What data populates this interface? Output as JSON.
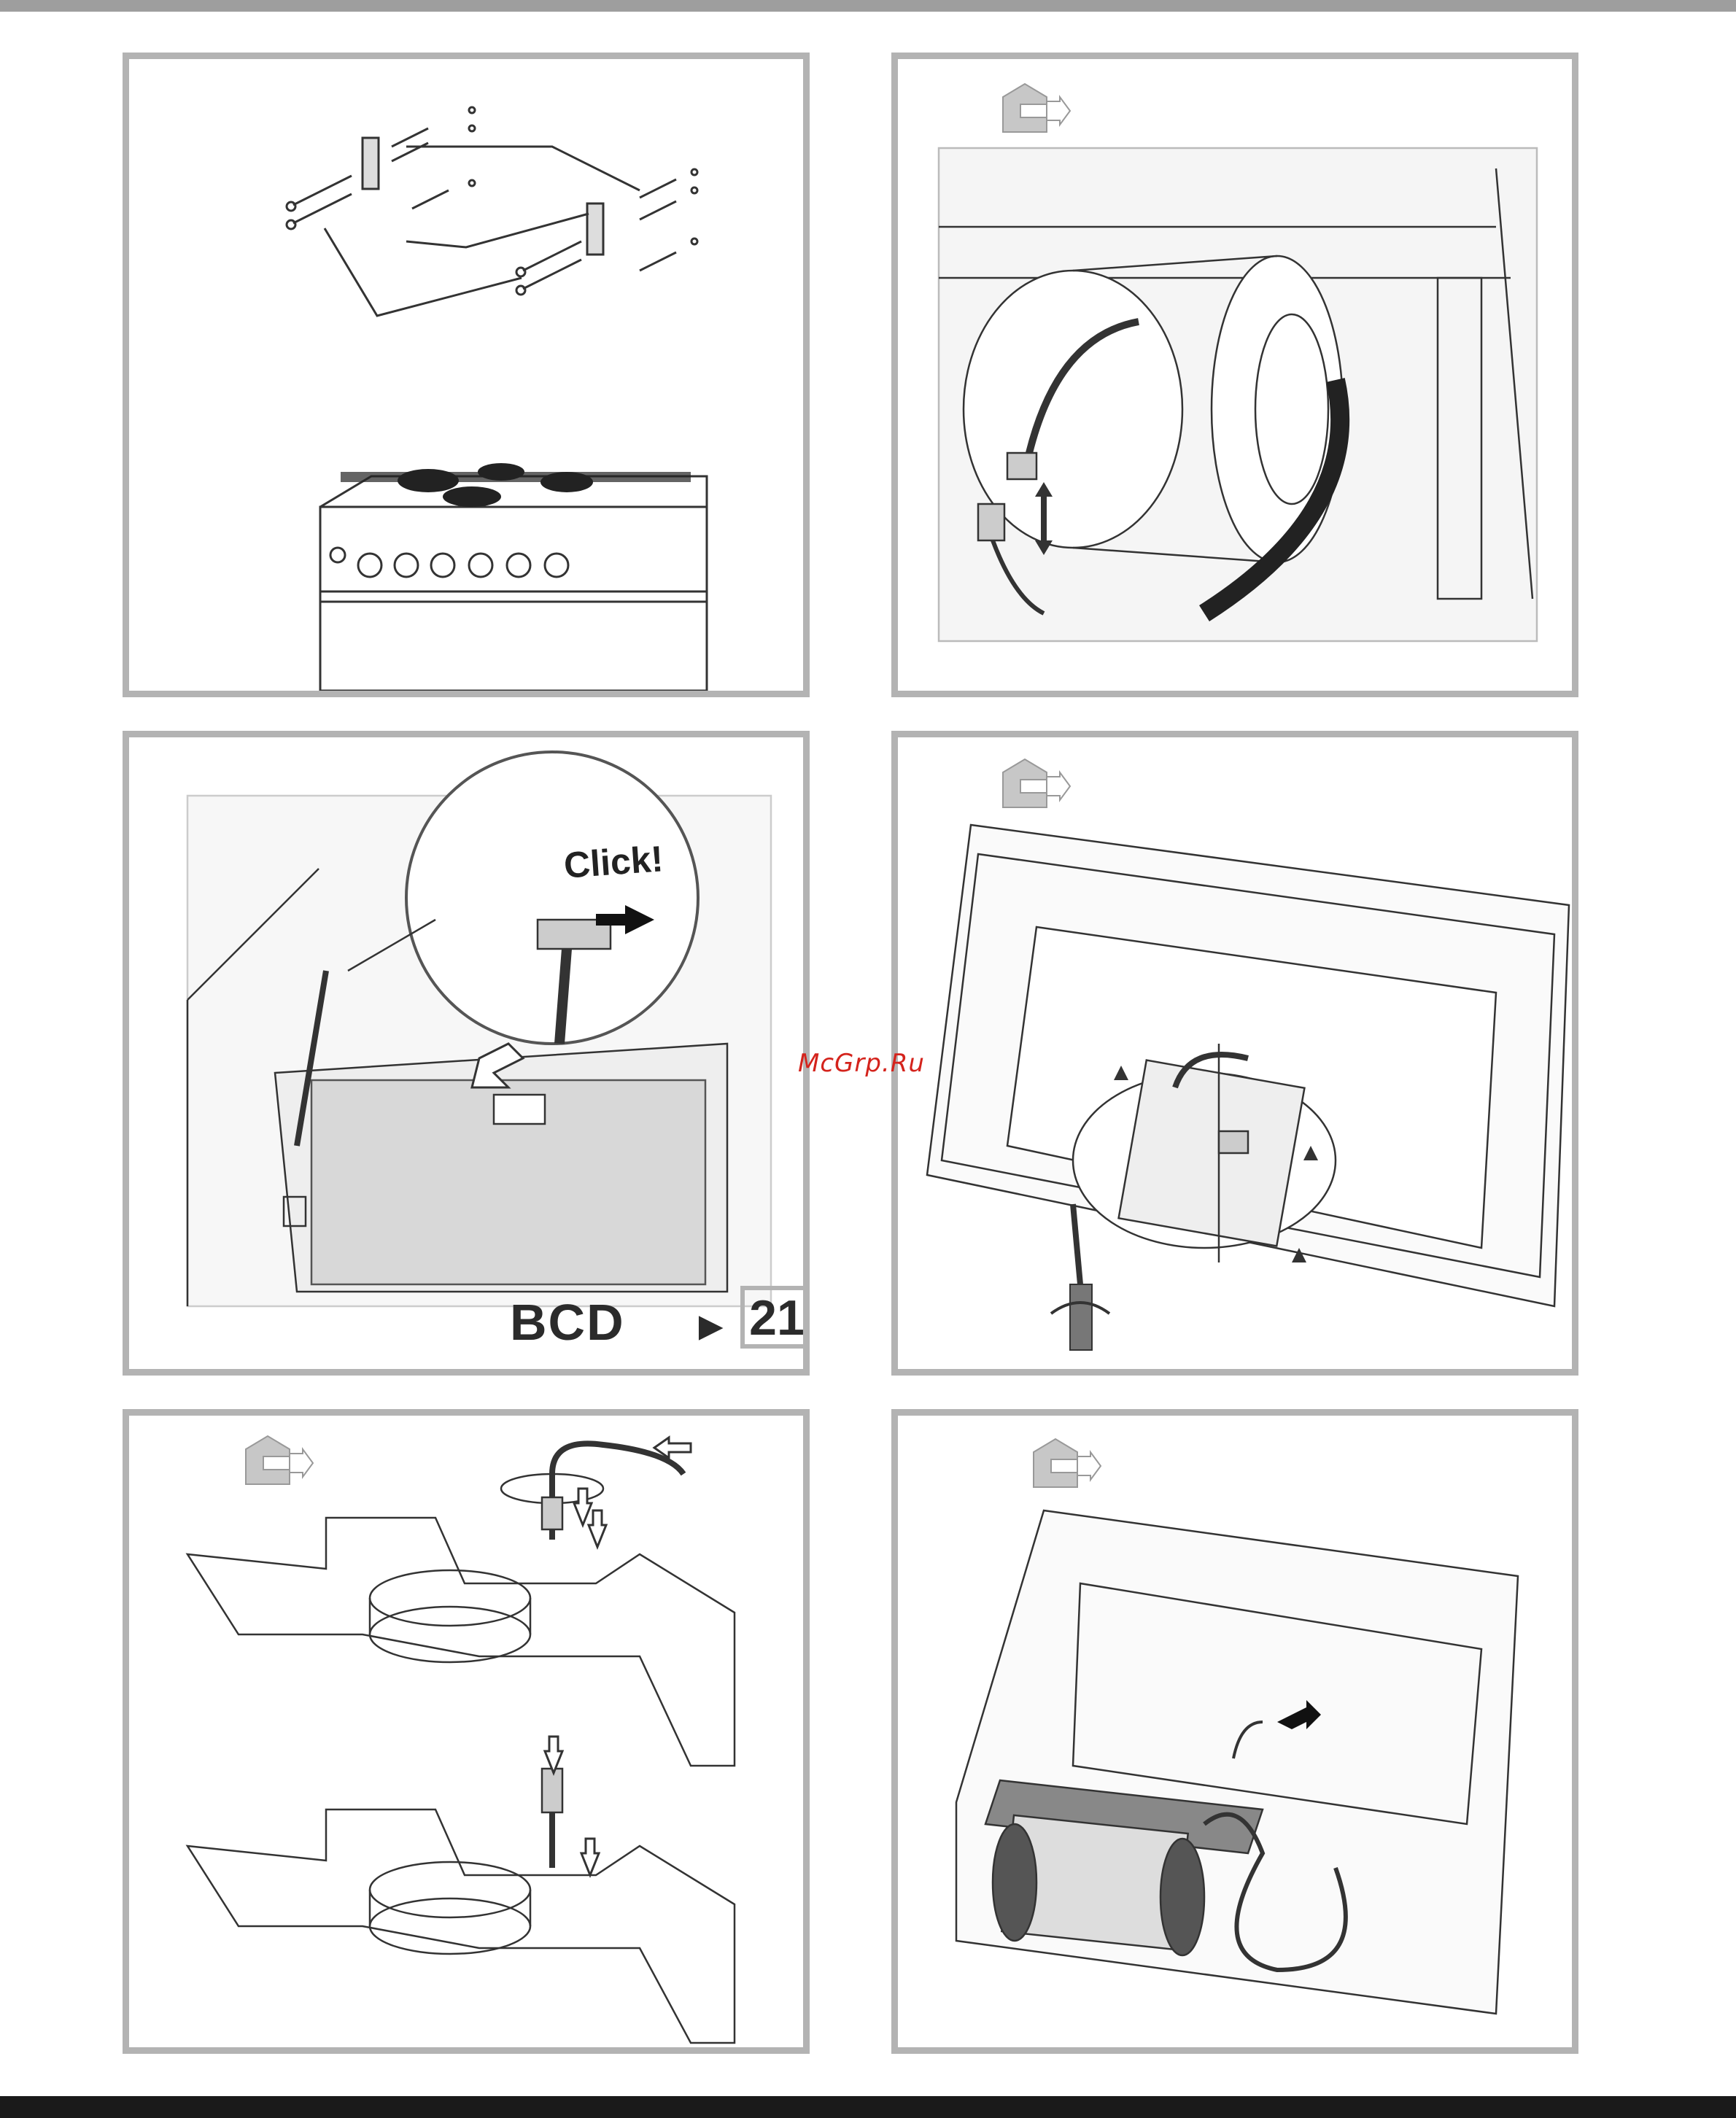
{
  "watermark": "McGrp.Ru",
  "panels": {
    "wall_mounting": {
      "step": "wall-brackets"
    },
    "motor_connector": {
      "step": "disconnect-motor"
    },
    "filter_panel": {
      "click_text": "Click!",
      "reference_code": "BCD",
      "reference_arrow": "►",
      "reference_page": "21"
    },
    "motor_screws": {
      "step": "remove-motor-screws"
    },
    "power_cable": {
      "step": "route-power-cable"
    },
    "motor_removal": {
      "step": "remove-motor-unit"
    }
  },
  "icons": {
    "indoor_outdoor": "house-arrow-icon",
    "direction": "arrow-icon",
    "screwdriver": "screwdriver-icon"
  },
  "colors": {
    "frame": "#b3b3b3",
    "top_bar": "#9e9e9e",
    "bottom_bar": "#1a1a1a",
    "watermark": "#d4231c",
    "line_art": "#333333"
  }
}
